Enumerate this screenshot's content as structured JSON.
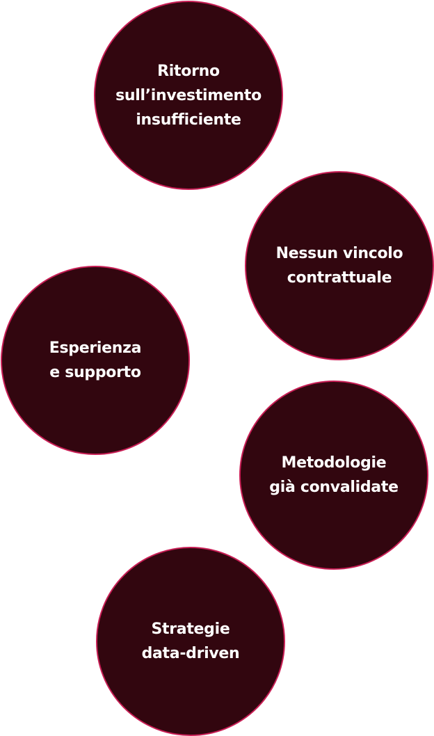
{
  "colors": {
    "bubble_fill": "#32060f",
    "bubble_border": "#c81e55",
    "label_text": "#ffffff",
    "background": "#ffffff"
  },
  "bubbles": [
    {
      "label": "Ritorno\nsull’investimento\ninsufficiente"
    },
    {
      "label": "Nessun vincolo\ncontrattuale"
    },
    {
      "label": "Esperienza\ne supporto"
    },
    {
      "label": "Metodologie\ngià convalidate"
    },
    {
      "label": "Strategie\ndata-driven"
    }
  ]
}
